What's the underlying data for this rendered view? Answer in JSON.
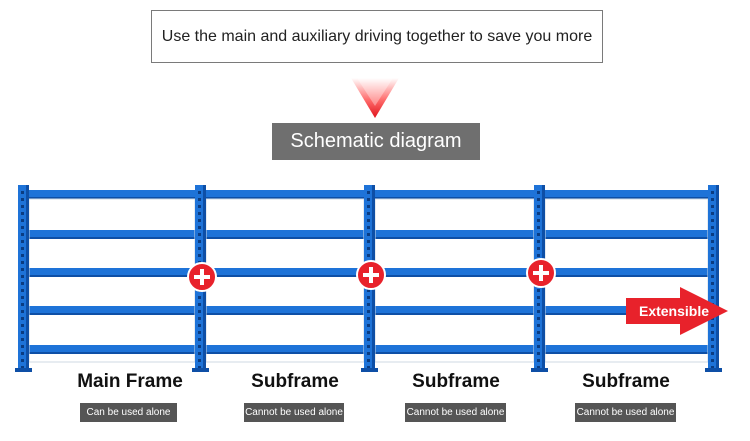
{
  "headline": "Use the main and auxiliary driving together to save you more",
  "section_label": "Schematic diagram",
  "extensible_label": "Extensible",
  "colors": {
    "rack_blue": "#1e73d8",
    "rack_dark": "#0e4fa6",
    "accent_red": "#e8222b",
    "badge_gray": "#555555",
    "label_gray": "#6f6f6f"
  },
  "icons": {
    "connector": "plus-circle-icon",
    "pointer": "down-arrow-icon",
    "extend": "right-arrow-icon"
  },
  "frames": [
    {
      "name": "Main Frame",
      "badge": "Can be used alone"
    },
    {
      "name": "Subframe",
      "badge": "Cannot be used alone"
    },
    {
      "name": "Subframe",
      "badge": "Cannot be used alone"
    },
    {
      "name": "Subframe",
      "badge": "Cannot be used alone"
    }
  ]
}
